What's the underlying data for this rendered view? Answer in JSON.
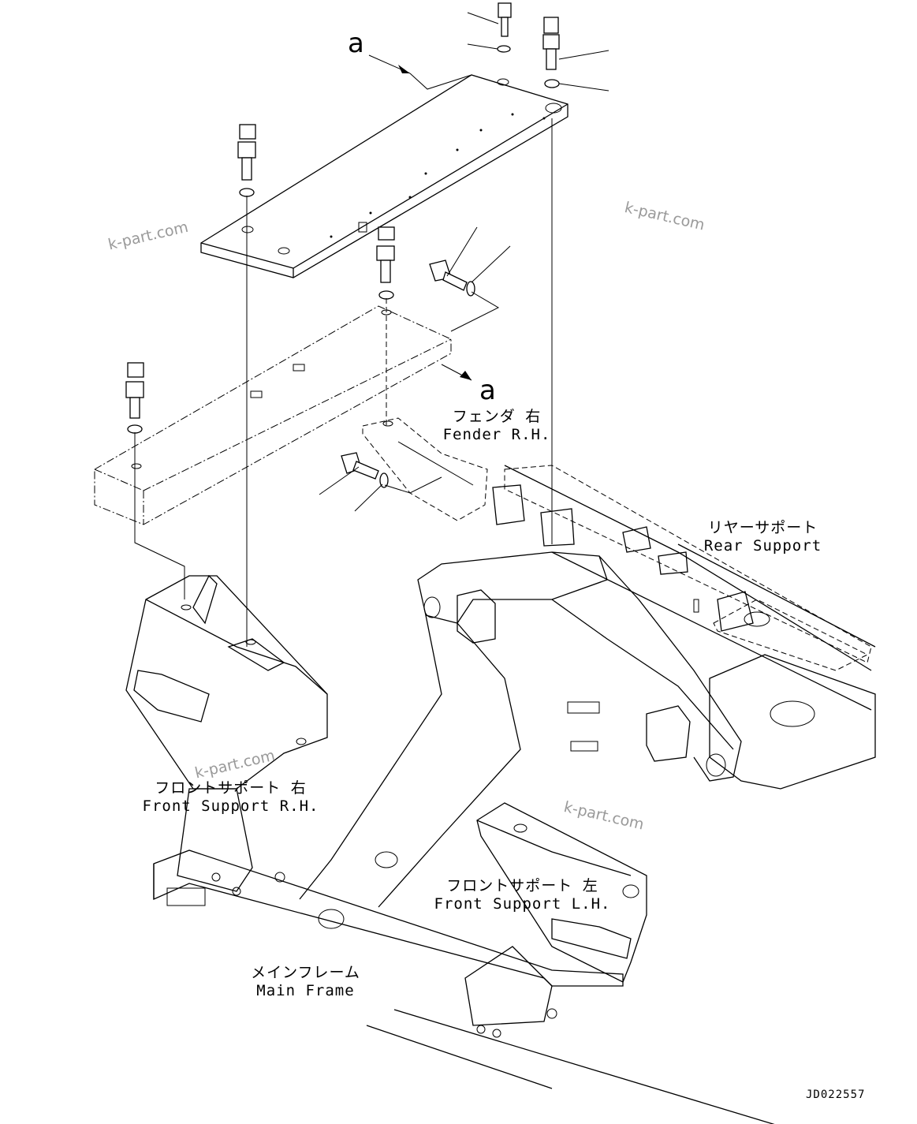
{
  "labels": {
    "fender_jp": "フェンダ 右",
    "fender_en": "Fender R.H.",
    "rear_jp": "リヤーサポート",
    "rear_en": "Rear Support",
    "front_rh_jp": "フロントサポート 右",
    "front_rh_en": "Front Support R.H.",
    "front_lh_jp": "フロントサポート 左",
    "front_lh_en": "Front Support L.H.",
    "main_jp": "メインフレーム",
    "main_en": "Main Frame"
  },
  "reference_marks": {
    "top": "a",
    "side": "a"
  },
  "watermarks": [
    "k-part.com",
    "k-part.com",
    "k-part.com",
    "k-part.com"
  ],
  "drawing_code": "JD022557"
}
